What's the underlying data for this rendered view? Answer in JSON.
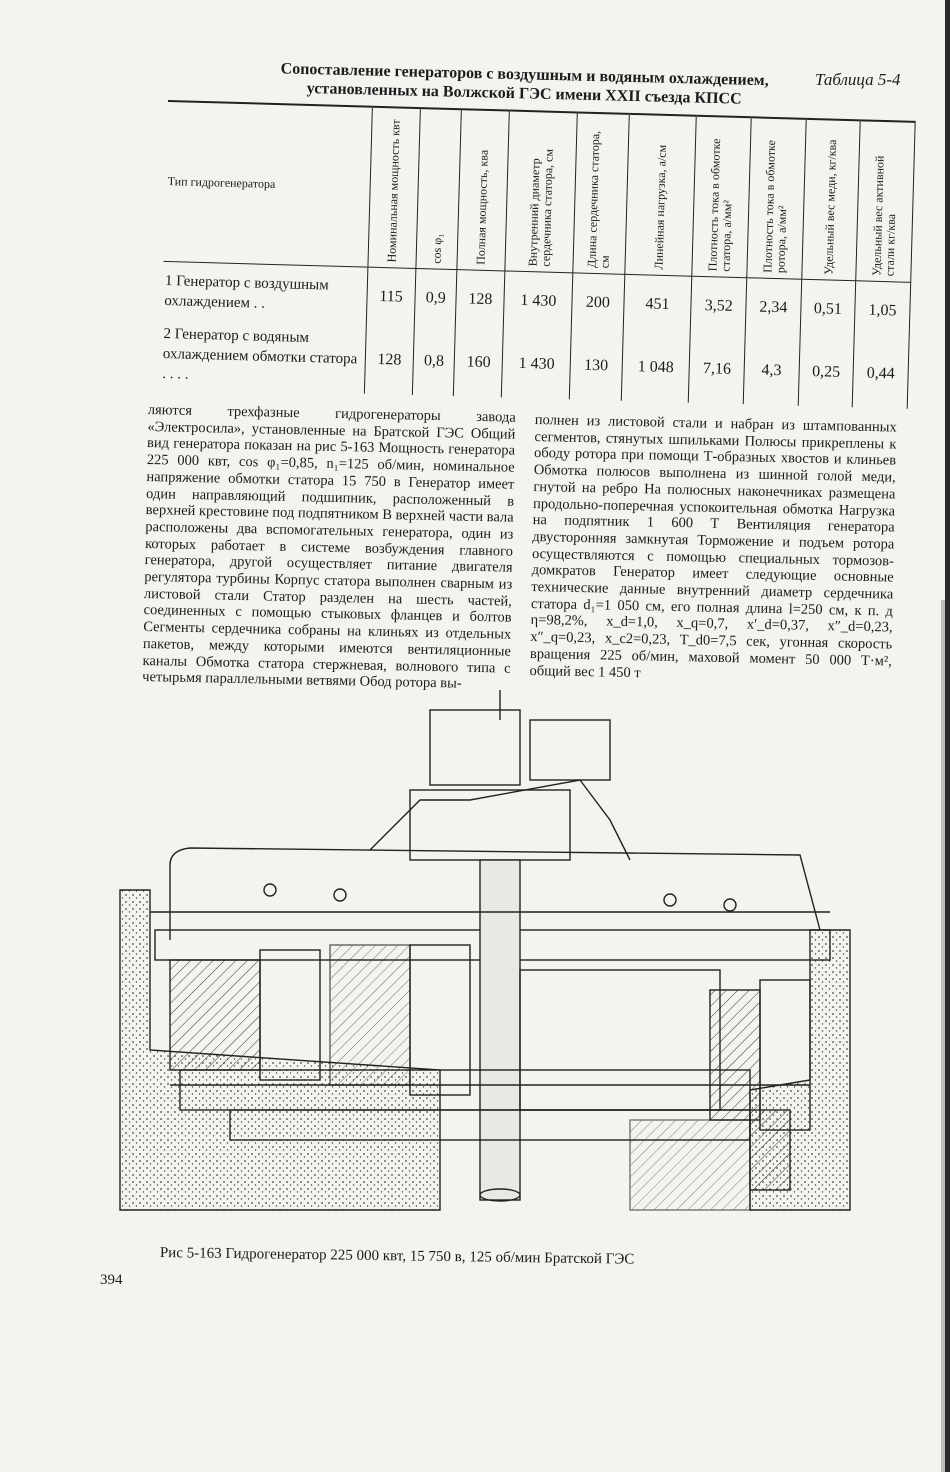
{
  "table": {
    "label": "Таблица 5-4",
    "title_line1": "Сопоставление генераторов с воздушным и водяным охлаждением,",
    "title_line2": "установленных на Волжской ГЭС имени XXII съезда КПСС",
    "headers": [
      "Тип гидрогенератора",
      "Номинальная мощность квт",
      "cos φ₁",
      "Полная мощность, ква",
      "Внутренний диаметр сердечника статора, см",
      "Длина сердечника статора, см",
      "Линейная нагрузка, а/см",
      "Плотность тока в обмотке статора, а/мм²",
      "Плотность тока в обмотке ротора, а/мм²",
      "Удельный вес меди, кг/ква",
      "Удельный вес активной стали кг/ква"
    ],
    "rows": [
      {
        "name": "1  Генератор с воздушным охлаждением . .",
        "values": [
          "115",
          "0,9",
          "128",
          "1 430",
          "200",
          "451",
          "3,52",
          "2,34",
          "0,51",
          "1,05"
        ]
      },
      {
        "name": "2  Генератор с водяным охлаждением обмотки статора . . . .",
        "values": [
          "128",
          "0,8",
          "160",
          "1 430",
          "130",
          "1 048",
          "7,16",
          "4,3",
          "0,25",
          "0,44"
        ]
      }
    ]
  },
  "text": {
    "col1": "ляются трехфазные гидрогенераторы завода «Электросила», установленные на Братской ГЭС Общий вид генератора показан на рис 5-163 Мощность генератора 225 000 квт, cos φ₁=0,85, n₁=125 об/мин, номинальное напряжение обмотки статора 15 750 в Генератор имеет один направляющий подшипник, расположенный в верхней крестовине под подпятником В верхней части вала расположены два вспомогательных генератора, один из которых работает в системе возбуждения главного генератора, другой осуществляет питание двигателя регулятора турбины Корпус статора выполнен сварным из листовой стали Статор разделен на шесть частей, соединенных с помощью стыковых фланцев и болтов Сегменты сердечника собраны на клиньях из отдельных пакетов, между которыми имеются вентиляционные каналы Обмотка статора стержневая, волнового типа с четырьмя параллельными ветвями Обод ротора вы-",
    "col2": "полнен из листовой стали и набран из штампованных сегментов, стянутых шпильками Полюсы прикреплены к ободу ротора при помощи Т-образных хвостов и клиньев Обмотка полюсов выполнена из шинной голой меди, гнутой на ребро На полюсных наконечниках размещена продольно-поперечная успокоительная обмотка Нагрузка на подпятник 1 600 Т Вентиляция генератора двусторонняя замкнутая Торможение и подъем ротора осуществляются с помощью специальных тормозов-домкратов Генератор имеет следующие основные технические данные внутренний диаметр сердечника статора d₁=1 050 см, его полная длина l=250 см, к п. д η=98,2%, x_d=1,0, x_q=0,7, x′_d=0,37, x″_d=0,23, x″_q=0,23, x_c2=0,23, T_d0=7,5 сек, угонная скорость вращения 225 об/мин, маховой момент 50 000 Т·м², общий вес 1 450 т"
  },
  "figure": {
    "caption": "Рис 5-163 Гидрогенератор 225 000 квт, 15 750 в, 125 об/мин Братской ГЭС"
  },
  "page_number": "394"
}
